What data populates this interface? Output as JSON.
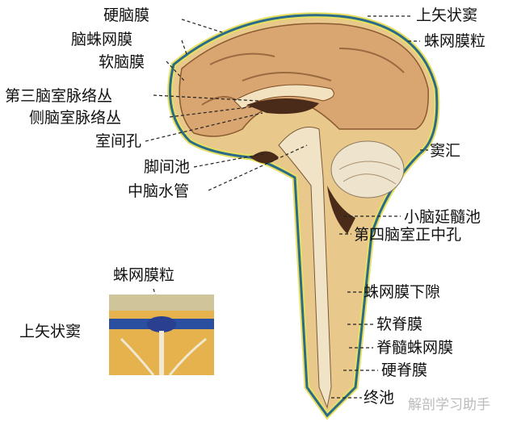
{
  "labels": {
    "dura_mater": "硬脑膜",
    "arachnoid": "脑蛛网膜",
    "pia_mater": "软脑膜",
    "third_ventricle_plexus": "第三脑室脉络丛",
    "lateral_ventricle_plexus": "侧脑室脉络丛",
    "interventricular_foramen": "室间孔",
    "interpeduncular_cistern": "脚间池",
    "cerebral_aqueduct": "中脑水管",
    "superior_sagittal_sinus": "上矢状窦",
    "arachnoid_granulations": "蛛网膜粒",
    "confluence_of_sinuses": "窦汇",
    "cerebellomedullary_cistern": "小脑延髓池",
    "median_aperture": "第四脑室正中孔",
    "subarachnoid_space": "蛛网膜下隙",
    "spinal_pia": "软脊膜",
    "spinal_arachnoid": "脊髓蛛网膜",
    "spinal_dura": "硬脊膜",
    "terminal_cistern": "终池"
  },
  "inset": {
    "granulations": "蛛网膜粒",
    "sinus": "上矢状窦"
  },
  "watermark": "解剖学习助手"
}
